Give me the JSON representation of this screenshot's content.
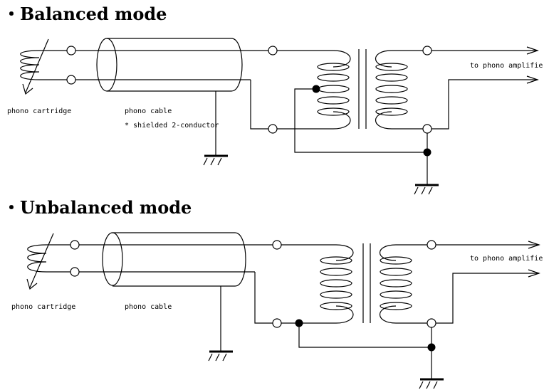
{
  "balanced": {
    "title": "・Balanced mode",
    "cartridge_label": "phono cartridge",
    "cable_label": "phono cable",
    "cable_note": "* shielded 2-conductor",
    "amp_label": "to phono amplifier"
  },
  "unbalanced": {
    "title": "・Unbalanced mode",
    "cartridge_label": "phono cartridge",
    "cable_label": "phono cable",
    "amp_label": "to phono amplifier"
  }
}
